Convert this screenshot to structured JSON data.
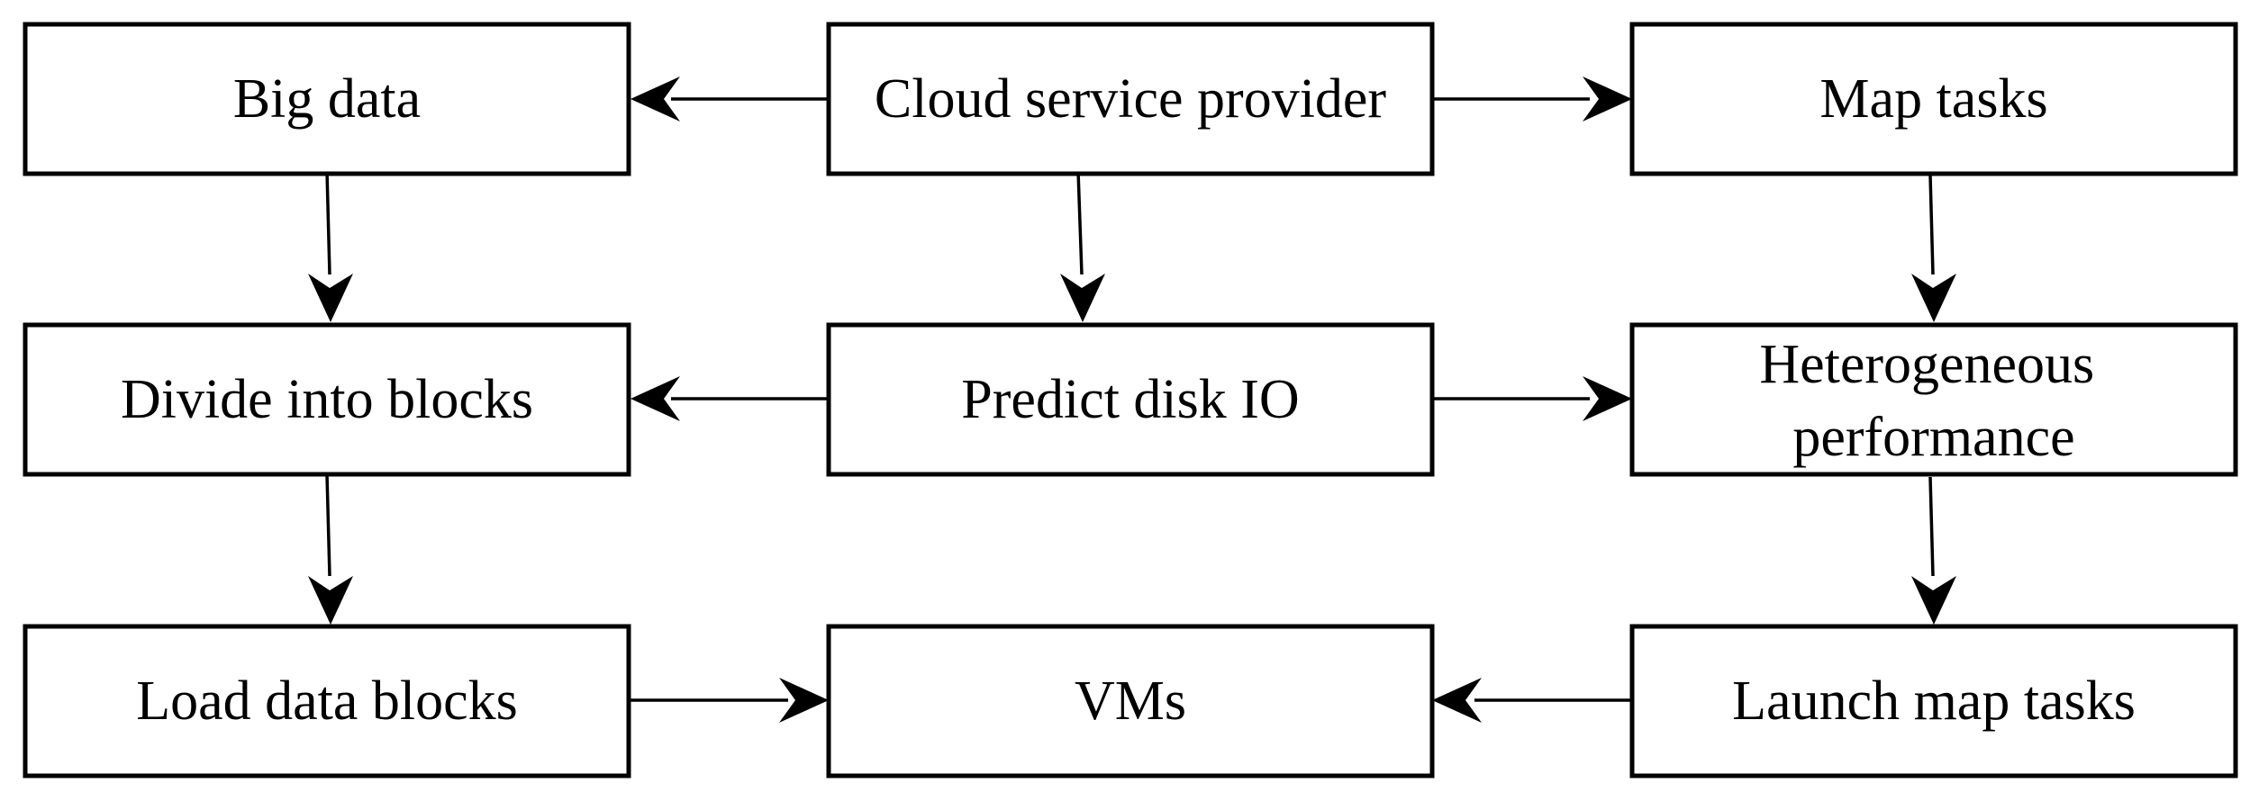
{
  "nodes": {
    "big_data": {
      "label": "Big data"
    },
    "cloud_service_provider": {
      "label": "Cloud service provider"
    },
    "map_tasks": {
      "label": "Map tasks"
    },
    "divide_into_blocks": {
      "label": "Divide into blocks"
    },
    "predict_disk_io": {
      "label": "Predict disk IO"
    },
    "heterogeneous_performance": {
      "label_line1": "Heterogeneous",
      "label_line2": "performance"
    },
    "load_data_blocks": {
      "label": "Load data blocks"
    },
    "vms": {
      "label": "VMs"
    },
    "launch_map_tasks": {
      "label": "Launch map tasks"
    }
  },
  "edges": [
    {
      "from": "cloud_service_provider",
      "to": "big_data"
    },
    {
      "from": "cloud_service_provider",
      "to": "map_tasks"
    },
    {
      "from": "cloud_service_provider",
      "to": "predict_disk_io"
    },
    {
      "from": "big_data",
      "to": "divide_into_blocks"
    },
    {
      "from": "map_tasks",
      "to": "heterogeneous_performance"
    },
    {
      "from": "predict_disk_io",
      "to": "divide_into_blocks"
    },
    {
      "from": "predict_disk_io",
      "to": "heterogeneous_performance"
    },
    {
      "from": "divide_into_blocks",
      "to": "load_data_blocks"
    },
    {
      "from": "heterogeneous_performance",
      "to": "launch_map_tasks"
    },
    {
      "from": "load_data_blocks",
      "to": "vms"
    },
    {
      "from": "launch_map_tasks",
      "to": "vms"
    }
  ],
  "colors": {
    "stroke": "#000000",
    "fill": "#ffffff",
    "text": "#000000"
  }
}
